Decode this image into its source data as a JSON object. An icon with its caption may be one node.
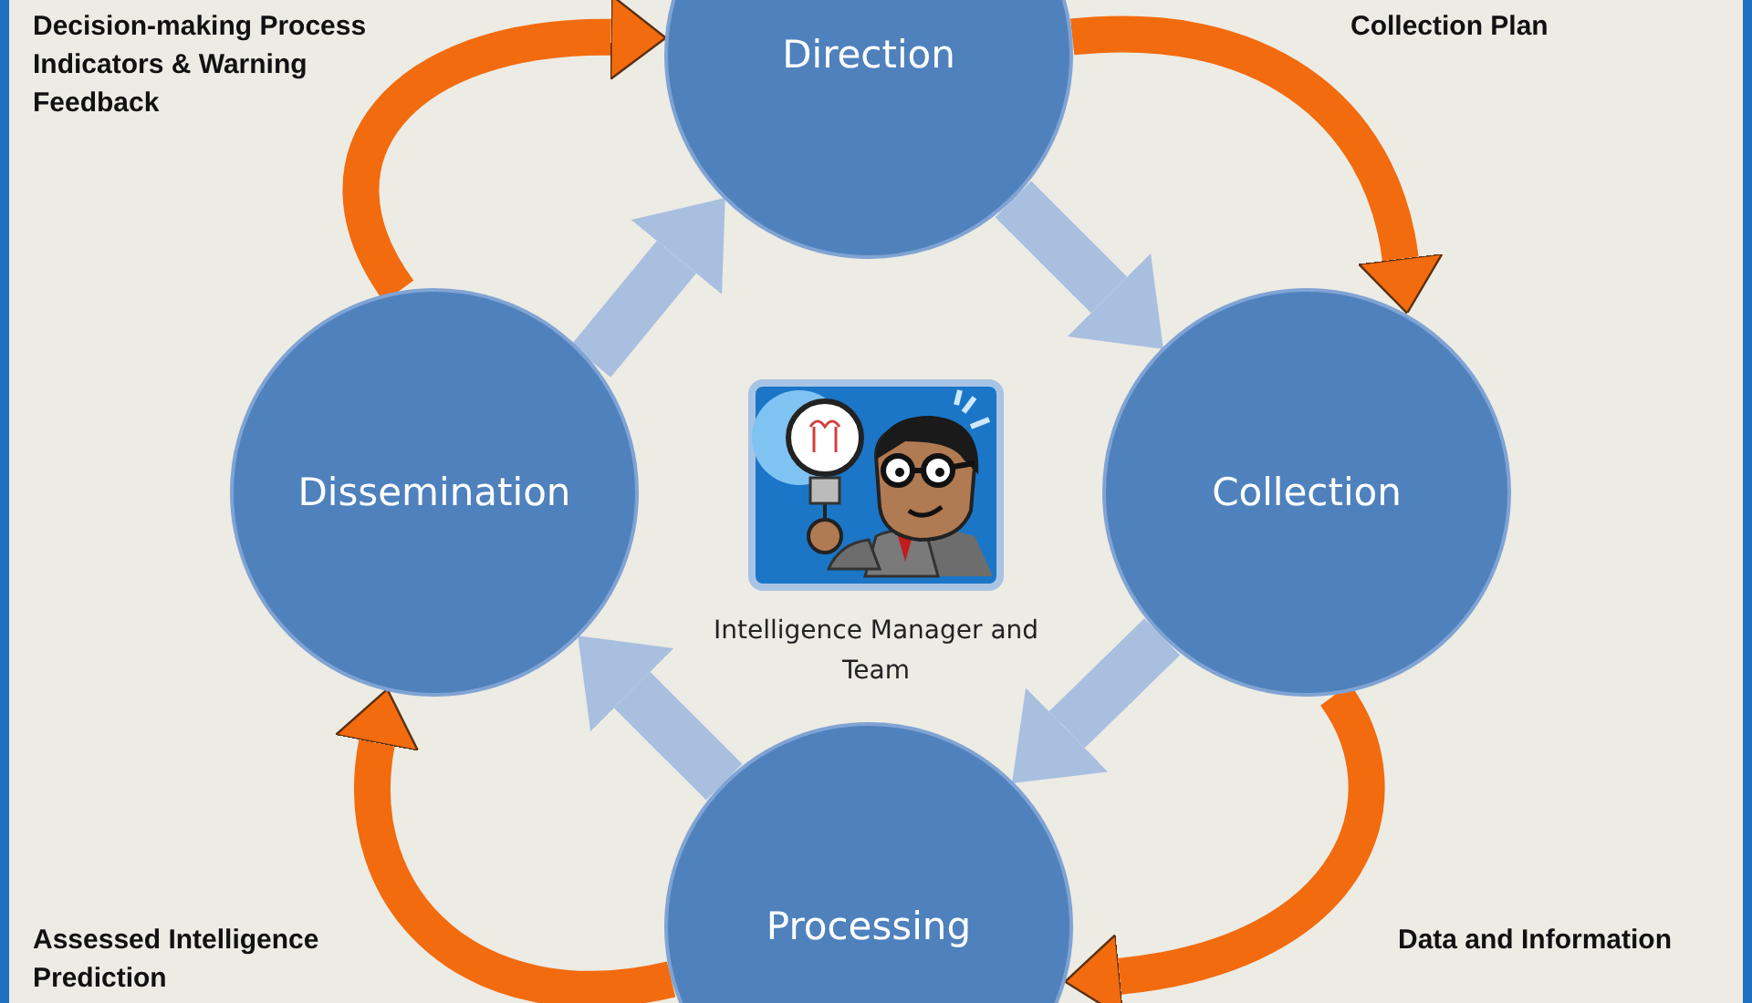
{
  "diagram": {
    "nodes": [
      {
        "text": [
          "Direction"
        ]
      },
      {
        "text": [
          "Collection"
        ]
      },
      {
        "text": [
          "Processing"
        ]
      },
      {
        "text": [
          "Dissemination"
        ]
      },
      {
        "text": [
          "Intelligence Manager and Team"
        ]
      }
    ],
    "edges": [
      {
        "from": 0,
        "to": 1,
        "arrow": "to",
        "color": "#f26b0f"
      },
      {
        "from": 1,
        "to": 2,
        "arrow": "to",
        "color": "#f26b0f"
      },
      {
        "from": 2,
        "to": 3,
        "arrow": "to",
        "color": "#f26b0f"
      },
      {
        "from": 3,
        "to": 0,
        "arrow": "to",
        "color": "#f26b0f"
      },
      {
        "from": 3,
        "to": 0,
        "arrow": "to",
        "color": "#a9bfe0"
      },
      {
        "from": 0,
        "to": 1,
        "arrow": "to",
        "color": "#a9bfe0"
      },
      {
        "from": 1,
        "to": 2,
        "arrow": "to",
        "color": "#a9bfe0"
      },
      {
        "from": 2,
        "to": 3,
        "arrow": "to",
        "color": "#a9bfe0"
      }
    ],
    "labels": [
      "Decision-making Process Indicators & Warning Feedback",
      "Collection Plan",
      "Assessed Intelligence Prediction",
      "Data and Information"
    ]
  }
}
